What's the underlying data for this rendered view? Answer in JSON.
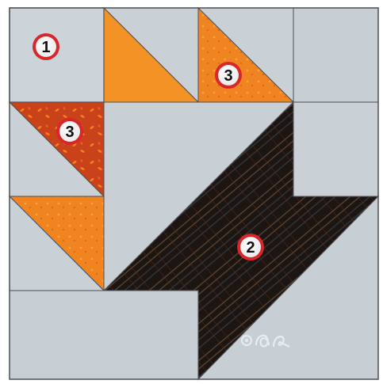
{
  "quilt_block": {
    "labels": [
      {
        "id": "label-1",
        "text": "1"
      },
      {
        "id": "label-2",
        "text": "2"
      },
      {
        "id": "label-3a",
        "text": "3"
      },
      {
        "id": "label-3b",
        "text": "3"
      }
    ],
    "colors": {
      "background_gray": "#c5cdd3",
      "background_gray_light": "#d2d8dc",
      "seam_line": "#4d4f55",
      "orange_light": "#f39326",
      "orange_mid": "#f08421",
      "orange_deep": "#d8551a",
      "rust": "#c9421a",
      "dark_fabric": "#1d1512",
      "dark_fabric_accent": "#6e5a40",
      "badge_fill": "#ffffff",
      "badge_ring": "#d8262b",
      "badge_text": "#111111",
      "signature": "#e8ecef"
    }
  }
}
